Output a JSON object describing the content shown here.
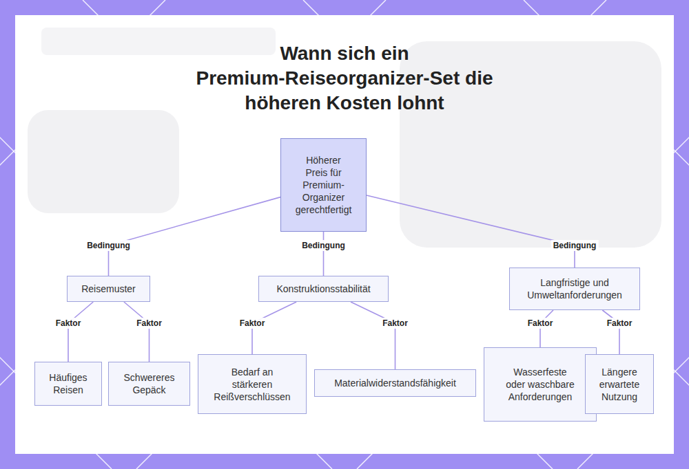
{
  "diagram": {
    "title": "Wann sich ein Premium-Reiseorganizer-Set die höheren Kosten lohnt",
    "nodes": [
      {
        "text": [
          "Höherer Preis für Premium-Organizer gerechtfertigt"
        ]
      },
      {
        "text": [
          "Reisemuster"
        ]
      },
      {
        "text": [
          "Konstruktionsstabilität"
        ]
      },
      {
        "text": [
          "Langfristige und Umweltanforderungen"
        ]
      },
      {
        "text": [
          "Häufiges Reisen"
        ]
      },
      {
        "text": [
          "Schwereres Gepäck"
        ]
      },
      {
        "text": [
          "Bedarf an stärkeren Reißverschlüssen"
        ]
      },
      {
        "text": [
          "Materialwiderstandsfähigkeit"
        ]
      },
      {
        "text": [
          "Wasserfeste oder waschbare Anforderungen"
        ]
      },
      {
        "text": [
          "Längere erwartete Nutzung"
        ]
      }
    ],
    "edges": [
      {
        "from": 0,
        "to": 1,
        "label": "Bedingung",
        "arrow": "none"
      },
      {
        "from": 0,
        "to": 2,
        "label": "Bedingung",
        "arrow": "none"
      },
      {
        "from": 0,
        "to": 3,
        "label": "Bedingung",
        "arrow": "none"
      },
      {
        "from": 1,
        "to": 4,
        "label": "Faktor",
        "arrow": "none"
      },
      {
        "from": 1,
        "to": 5,
        "label": "Faktor",
        "arrow": "none"
      },
      {
        "from": 2,
        "to": 6,
        "label": "Faktor",
        "arrow": "none"
      },
      {
        "from": 2,
        "to": 7,
        "label": "Faktor",
        "arrow": "none"
      },
      {
        "from": 3,
        "to": 8,
        "label": "Faktor",
        "arrow": "none"
      },
      {
        "from": 3,
        "to": 9,
        "label": "Faktor",
        "arrow": "none"
      }
    ]
  }
}
